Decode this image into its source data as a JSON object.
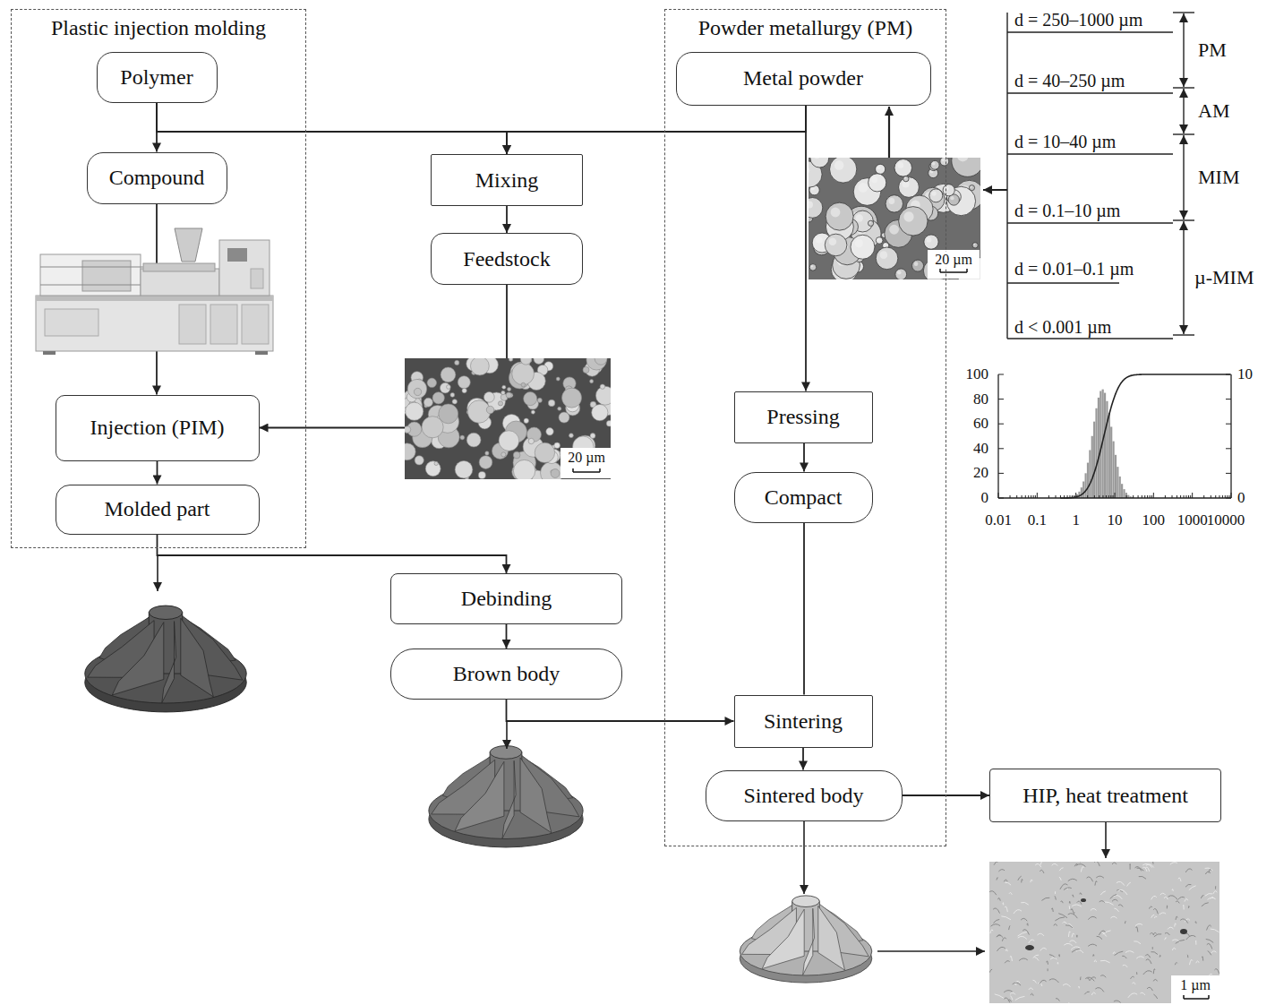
{
  "diagram": {
    "nodes": [
      {
        "text": [
          "Plastic injection molding"
        ]
      },
      {
        "text": [
          "Polymer"
        ],
        "in": 0
      },
      {
        "text": [
          "Compound"
        ],
        "in": 0
      },
      {
        "text": [
          "Injection (PIM)"
        ],
        "in": 0
      },
      {
        "text": [
          "Molded part"
        ],
        "in": 0
      },
      {
        "text": [
          "Mixing"
        ]
      },
      {
        "text": [
          "Feedstock"
        ]
      },
      {
        "text": [
          "Debinding"
        ]
      },
      {
        "text": [
          "Brown body"
        ]
      },
      {
        "text": [
          "Powder metallurgy (PM)"
        ]
      },
      {
        "text": [
          "Metal powder"
        ],
        "in": 9
      },
      {
        "text": [
          "Pressing"
        ],
        "in": 9
      },
      {
        "text": [
          "Compact"
        ],
        "in": 9
      },
      {
        "text": [
          "Sintering"
        ],
        "in": 9
      },
      {
        "text": [
          "Sintered body"
        ],
        "in": 9
      },
      {
        "text": [
          "HIP, heat treatment"
        ]
      }
    ],
    "edges": [
      {
        "from": 1,
        "to": 2,
        "arrow": "to"
      },
      {
        "from": 1,
        "to": 5,
        "arrow": "to"
      },
      {
        "from": 10,
        "to": 5,
        "arrow": "to"
      },
      {
        "from": 10,
        "to": 11,
        "arrow": "to"
      },
      {
        "from": 2,
        "to": 3,
        "arrow": "to"
      },
      {
        "from": 5,
        "to": 6,
        "arrow": "to"
      },
      {
        "from": 6,
        "to": 3,
        "arrow": "to"
      },
      {
        "from": 3,
        "to": 4,
        "arrow": "to"
      },
      {
        "from": 4,
        "to": 7,
        "arrow": "to"
      },
      {
        "from": 7,
        "to": 8,
        "arrow": "to"
      },
      {
        "from": 8,
        "to": 13,
        "arrow": "to"
      },
      {
        "from": 11,
        "to": 12,
        "arrow": "to"
      },
      {
        "from": 12,
        "to": 13,
        "arrow": "none"
      },
      {
        "from": 13,
        "to": 14,
        "arrow": "to"
      },
      {
        "from": 14,
        "to": 15,
        "arrow": "to"
      }
    ],
    "labels": [
      "d = 250–1000 µm",
      "PM",
      "d = 40–250 µm",
      "AM",
      "d = 10–40 µm",
      "MIM",
      "d = 0.1–10 µm",
      "d = 0.01–0.1 µm",
      "µ-MIM",
      "d < 0.001 µm",
      "20 µm",
      "100",
      "80",
      "60",
      "40",
      "20",
      "0",
      "10",
      "0",
      "0.01",
      "0.1",
      "1",
      "10",
      "100",
      "1000",
      "10000",
      "20 µm",
      "1 µm"
    ]
  }
}
